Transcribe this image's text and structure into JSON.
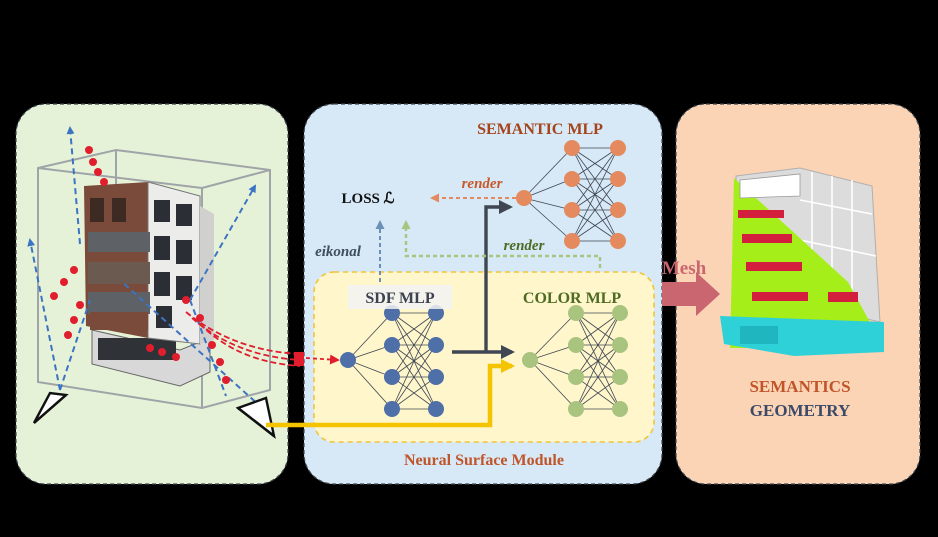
{
  "labels": {
    "semantic_mlp": "SEMANTIC MLP",
    "loss": "LOSS ℒ",
    "render_semantic": "render",
    "render_color": "render",
    "eikonal": "eikonal",
    "sdf_mlp": "SDF MLP",
    "color_mlp": "COLOR MLP",
    "mesh": "Mesh",
    "neural_surface_module": "Neural Surface Module",
    "semantics": "SEMANTICS",
    "geometry": "GEOMETRY"
  },
  "colors": {
    "background": "#000000",
    "panel_left_fill": "#e6f2d8",
    "panel_mid_fill": "#d7e8f6",
    "panel_right_fill": "#fbd3b5",
    "module_fill": "#fff6cc",
    "module_border": "#f2c43a",
    "sdf_node": "#4f6fa8",
    "semantic_node": "#e48a5e",
    "color_node": "#a9c47f",
    "semantic_title": "#a3441b",
    "color_title": "#4d6b22",
    "module_title": "#c0552a",
    "render_text": "#c85a2a",
    "eikonal_text": "#3f4d5c",
    "mesh_arrow": "#c96670",
    "yellow_path": "#f5c400",
    "dark_arrow": "#3f4752",
    "ray_blue": "#3b74c2",
    "ray_red": "#e01e2e",
    "semantics_text": "#c0552a",
    "geometry_text": "#3c4a68"
  }
}
